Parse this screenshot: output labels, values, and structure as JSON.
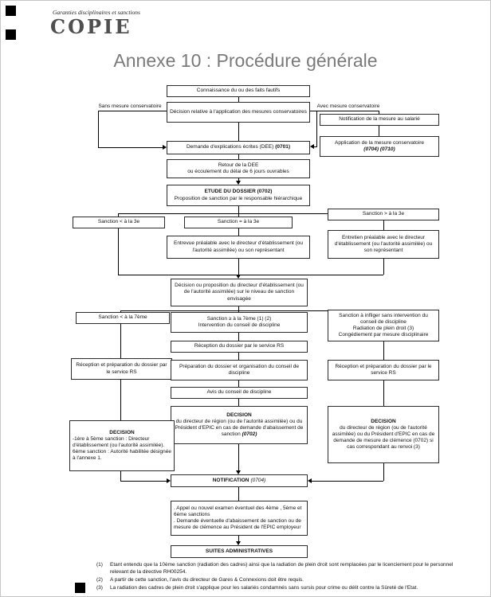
{
  "header": {
    "doc_label": "Garanties disciplinaires et sanctions",
    "stamp": "COPIE",
    "title": "Annexe 10 : Procédure générale"
  },
  "labels": {
    "sans_mesure": "Sans mesure conservatoire",
    "avec_mesure": "Avec mesure conservatoire"
  },
  "nodes": {
    "connaissance": "Connaissance du ou des faits fautifs",
    "decision_conservatoire": "Décision relative à l'application des mesures conservatoires",
    "notification_salarie": "Notification de la mesure au salarié",
    "application_mesure": {
      "line1": "Application de la mesure conservatoire",
      "line2": "(0704) (0710)"
    },
    "dee": {
      "text": "Demande d'explications écrites (DEE)",
      "ref": "(0701)"
    },
    "retour_dee": {
      "line1": "Retour de la DEE",
      "line2": "ou écoulement du délai de 6 jours ouvrables"
    },
    "etude": {
      "line1": "ETUDE DU DOSSIER (0702)",
      "line2": "Proposition de sanction par le responsable hiérarchique"
    },
    "sanction_inf3": "Sanction < à la 3e",
    "sanction_eq3": "Sanction = à la 3e",
    "sanction_sup3": "Sanction > à la 3e",
    "entrevue": "Entrevue préalable avec le directeur d'établissement (ou l'autorité assimilée) ou son représentant",
    "entretien": "Entretien préalable avec le directeur d'établissement (ou l'autorité assimilée) ou son représentant",
    "decision_proposition": "Décision ou proposition du directeur d'établissement (ou de l'autorité assimilée) sur le niveau de sanction envisagée",
    "sanction_inf7": "Sanction < à la 7ème",
    "sanction_sup7": {
      "line1": "Sanction ≥ à la 7ème (1) (2)",
      "line2": "Intervention du conseil de discipline"
    },
    "sanction_sans_conseil": {
      "line1": "Sanction à infliger sans intervention du conseil de discipline",
      "line2": "Radiation de plein droit (3)",
      "line3": "Congédiement par mesure disciplinaire"
    },
    "reception_rs_centre": "Réception du dossier par le service RS",
    "reception_rs_gauche": "Réception et préparation du dossier par le service RS",
    "preparation_dossier": "Préparation du dossier et organisation du conseil de discipline",
    "reception_rs_droite": "Réception et préparation du dossier par le service RS",
    "avis_conseil": "Avis du conseil de discipline",
    "decision_centre": {
      "title": "DECISION",
      "body": "du directeur de région (ou de l'autorité assimilée) ou du Président d'EPIC en cas de demande d'abaissement de sanction",
      "ref": "(0702)"
    },
    "decision_gauche": {
      "title": "DECISION",
      "line1": "-1ère à 5ème sanction : Directeur d'établissement (ou l'autorité assimilée).",
      "line2": "6ème sanction : Autorité habilitée désignée à l'annexe 1."
    },
    "decision_droite": {
      "title": "DECISION",
      "body": "du directeur de région (ou de l'autorité assimilée) ou du Président d'EPIC en cas de demande de mesure de clémence (0702) si cas correspondant au renvoi (3)"
    },
    "notification": {
      "title": "NOTIFICATION",
      "ref": "(0704)"
    },
    "appel": {
      "line1": ". Appel ou nouvel examen éventuel des 4ème , 5ème et 6ème sanctions",
      "line2": ". Demande éventuelle d'abaissement de sanction ou de mesure de clémence au Président de l'EPIC employeur"
    },
    "suites": "SUITES ADMINISTRATIVES"
  },
  "footnotes": [
    {
      "num": "(1)",
      "text": "Etant entendu que la 10ème sanction (radiation des cadres) ainsi que la radiation de plein droit sont remplacées par le licenciement pour le personnel relevant de la directive RH00254."
    },
    {
      "num": "(2)",
      "text": "A partir de cette sanction, l'avis du directeur de Gares & Connexions doit être requis."
    },
    {
      "num": "(3)",
      "text": "La radiation des cadres de plein droit s'applique pour les salariés condamnés sans sursis pour crime ou délit contre la Sûreté de l'Etat."
    }
  ]
}
